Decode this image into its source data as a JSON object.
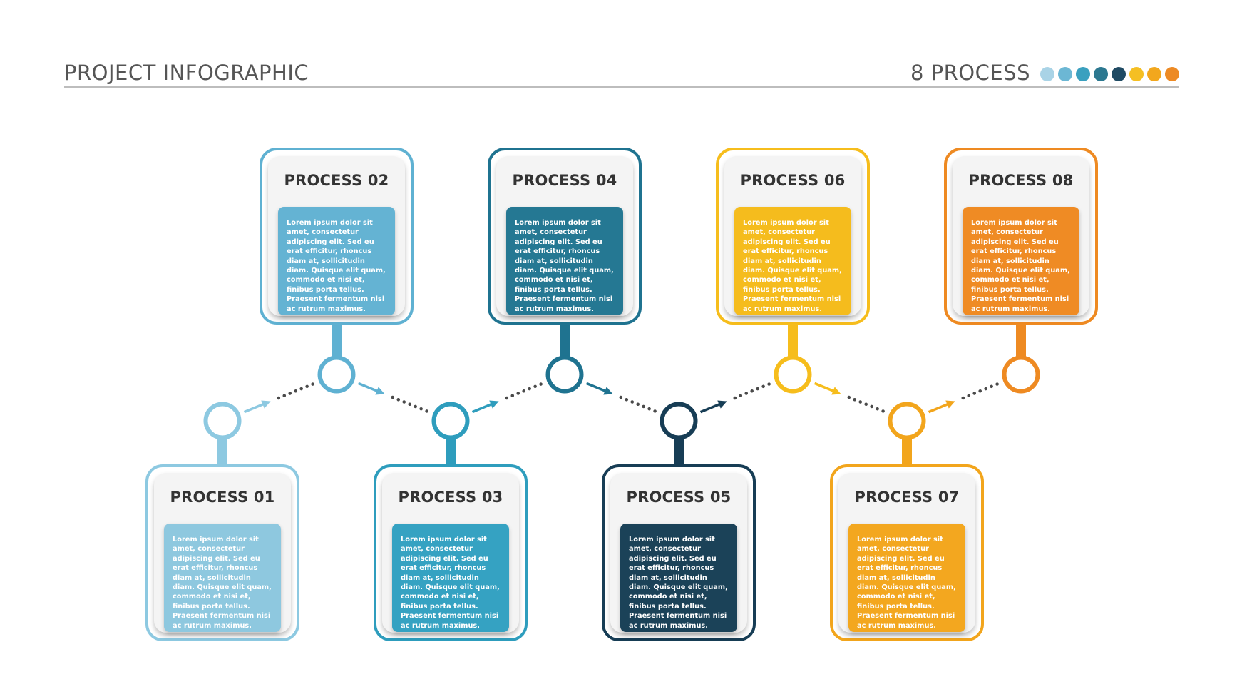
{
  "header": {
    "title": "PROJECT INFOGRAPHIC",
    "subtitle": "8 PROCESS",
    "dot_colors": [
      "#a9d3e6",
      "#6cb7d4",
      "#3aa0bf",
      "#2c7890",
      "#1f4a63",
      "#f5bf23",
      "#f2a71d",
      "#ed8a24"
    ]
  },
  "process_steps": [
    {
      "title": "PROCESS 01",
      "body": "Lorem ipsum dolor sit amet, consectetur adipiscing elit. Sed eu erat efficitur, rhoncus diam at, sollicitudin diam. Quisque elit quam, commodo et nisi et, finibus porta tellus. Praesent fermentum nisi ac rutrum maximus.",
      "color": "#8dc9e1",
      "fill": "#8ec8df"
    },
    {
      "title": "PROCESS 02",
      "body": "Lorem ipsum dolor sit amet, consectetur adipiscing elit. Sed eu erat efficitur, rhoncus diam at, sollicitudin diam. Quisque elit quam, commodo et nisi et, finibus porta tellus. Praesent fermentum nisi ac rutrum maximus.",
      "color": "#5fb1d2",
      "fill": "#64b3d3"
    },
    {
      "title": "PROCESS 03",
      "body": "Lorem ipsum dolor sit amet, consectetur adipiscing elit. Sed eu erat efficitur, rhoncus diam at, sollicitudin diam. Quisque elit quam, commodo et nisi et, finibus porta tellus. Praesent fermentum nisi ac rutrum maximus.",
      "color": "#2e9dbd",
      "fill": "#35a2c2"
    },
    {
      "title": "PROCESS 04",
      "body": "Lorem ipsum dolor sit amet, consectetur adipiscing elit. Sed eu erat efficitur, rhoncus diam at, sollicitudin diam. Quisque elit quam, commodo et nisi et, finibus porta tellus. Praesent fermentum nisi ac rutrum maximus.",
      "color": "#1f7390",
      "fill": "#257893"
    },
    {
      "title": "PROCESS 05",
      "body": "Lorem ipsum dolor sit amet, consectetur adipiscing elit. Sed eu erat efficitur, rhoncus diam at, sollicitudin diam. Quisque elit quam, commodo et nisi et, finibus porta tellus. Praesent fermentum nisi ac rutrum maximus.",
      "color": "#173d55",
      "fill": "#1b4258"
    },
    {
      "title": "PROCESS 06",
      "body": "Lorem ipsum dolor sit amet, consectetur adipiscing elit. Sed eu erat efficitur, rhoncus diam at, sollicitudin diam. Quisque elit quam, commodo et nisi et, finibus porta tellus. Praesent fermentum nisi ac rutrum maximus.",
      "color": "#f6bd1c",
      "fill": "#f5bc1d"
    },
    {
      "title": "PROCESS 07",
      "body": "Lorem ipsum dolor sit amet, consectetur adipiscing elit. Sed eu erat efficitur, rhoncus diam at, sollicitudin diam. Quisque elit quam, commodo et nisi et, finibus porta tellus. Praesent fermentum nisi ac rutrum maximus.",
      "color": "#f2a51c",
      "fill": "#f3a71f"
    },
    {
      "title": "PROCESS 08",
      "body": "Lorem ipsum dolor sit amet, consectetur adipiscing elit. Sed eu erat efficitur, rhoncus diam at, sollicitudin diam. Quisque elit quam, commodo et nisi et, finibus porta tellus. Praesent fermentum nisi ac rutrum maximus.",
      "color": "#ee8a22",
      "fill": "#ef8b24"
    }
  ],
  "connector_color": "#4a4a4a"
}
